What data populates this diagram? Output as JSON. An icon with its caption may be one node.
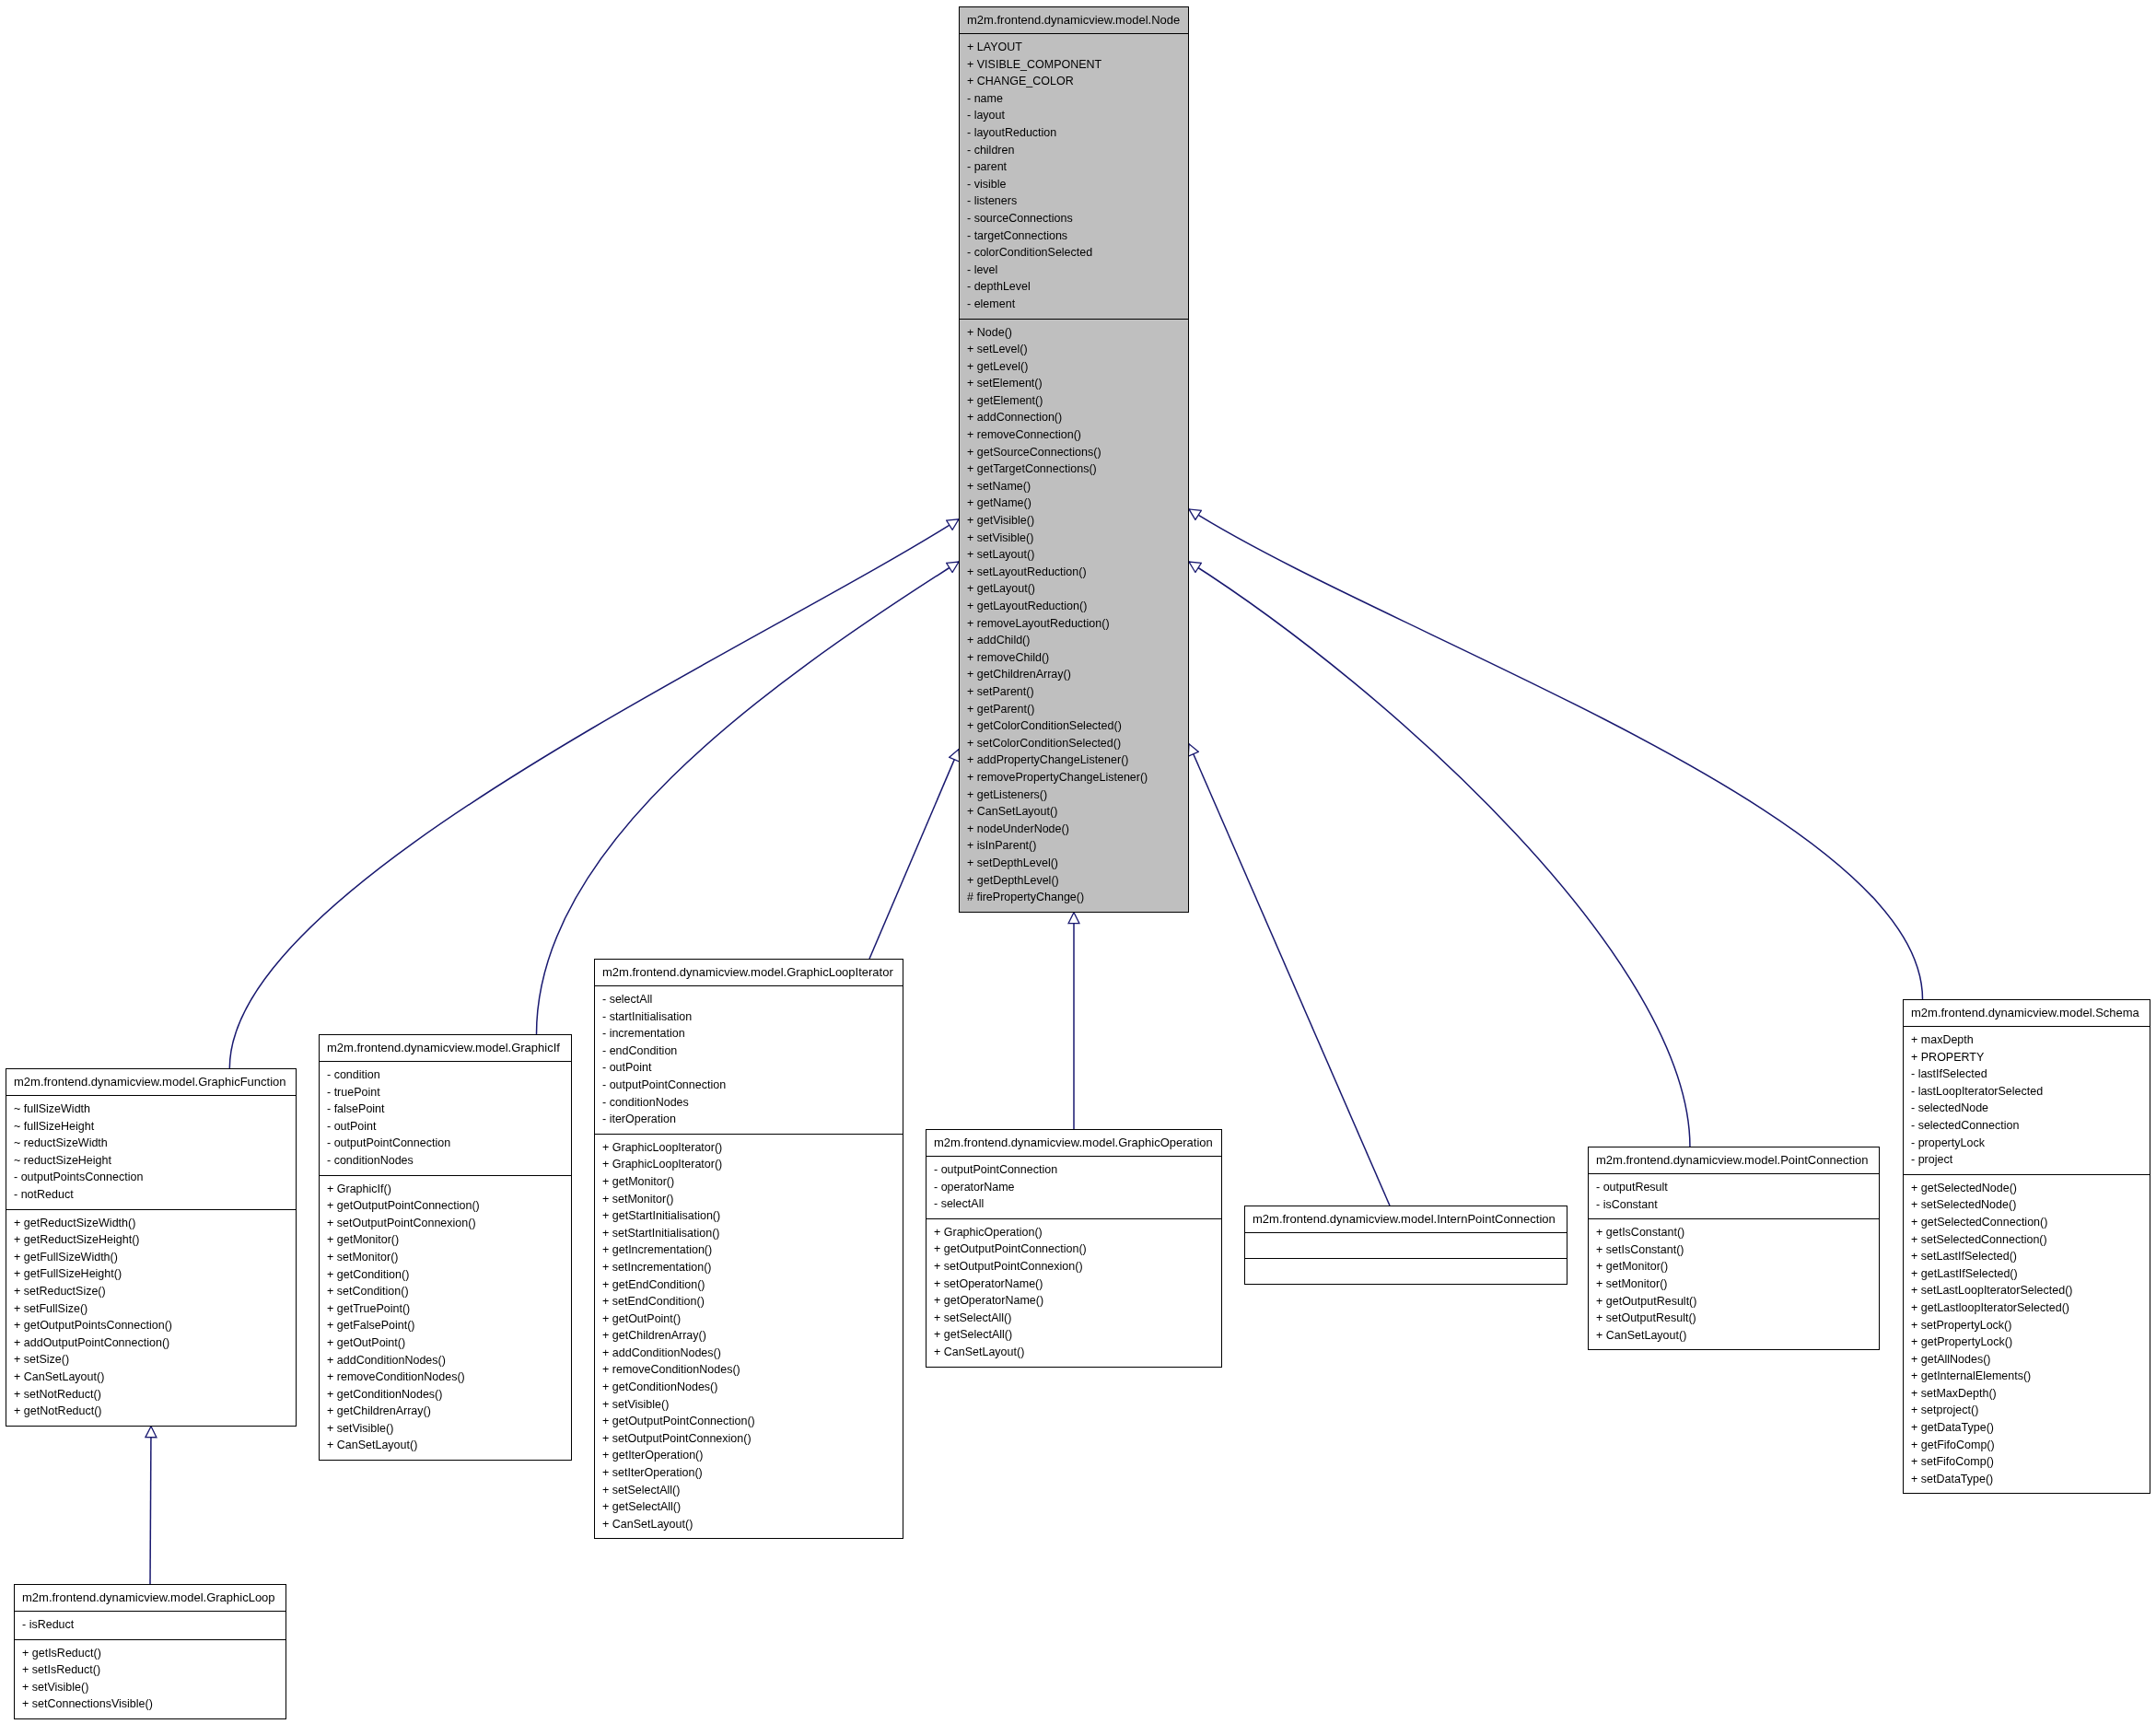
{
  "diagram": {
    "nodes": [
      {
        "text": [
          "m2m.frontend.dynamicview.model.Node"
        ]
      },
      {
        "text": [
          "+ LAYOUT",
          "+ VISIBLE_COMPONENT",
          "+ CHANGE_COLOR",
          "- name",
          "- layout",
          "- layoutReduction",
          "- children",
          "- parent",
          "- visible",
          "- listeners",
          "- sourceConnections",
          "- targetConnections",
          "- colorConditionSelected",
          "- level",
          "- depthLevel",
          "- element"
        ],
        "in": 0
      },
      {
        "text": [
          "+ Node()",
          "+ setLevel()",
          "+ getLevel()",
          "+ setElement()",
          "+ getElement()",
          "+ addConnection()",
          "+ removeConnection()",
          "+ getSourceConnections()",
          "+ getTargetConnections()",
          "+ setName()",
          "+ getName()",
          "+ getVisible()",
          "+ setVisible()",
          "+ setLayout()",
          "+ setLayoutReduction()",
          "+ getLayout()",
          "+ getLayoutReduction()",
          "+ removeLayoutReduction()",
          "+ addChild()",
          "+ removeChild()",
          "+ getChildrenArray()",
          "+ setParent()",
          "+ getParent()",
          "+ getColorConditionSelected()",
          "+ setColorConditionSelected()",
          "+ addPropertyChangeListener()",
          "+ removePropertyChangeListener()",
          "+ getListeners()",
          "+ CanSetLayout()",
          "+ nodeUnderNode()",
          "+ isInParent()",
          "+ setDepthLevel()",
          "+ getDepthLevel()",
          "# firePropertyChange()"
        ],
        "in": 0
      },
      {
        "text": [
          "m2m.frontend.dynamicview.model.GraphicFunction"
        ]
      },
      {
        "text": [
          "~ fullSizeWidth",
          "~ fullSizeHeight",
          "~ reductSizeWidth",
          "~ reductSizeHeight",
          "- outputPointsConnection",
          "- notReduct"
        ],
        "in": 3
      },
      {
        "text": [
          "+ getReductSizeWidth()",
          "+ getReductSizeHeight()",
          "+ getFullSizeWidth()",
          "+ getFullSizeHeight()",
          "+ setReductSize()",
          "+ setFullSize()",
          "+ getOutputPointsConnection()",
          "+ addOutputPointConnection()",
          "+ setSize()",
          "+ CanSetLayout()",
          "+ setNotReduct()",
          "+ getNotReduct()"
        ],
        "in": 3
      },
      {
        "text": [
          "m2m.frontend.dynamicview.model.GraphicIf"
        ]
      },
      {
        "text": [
          "- condition",
          "- truePoint",
          "- falsePoint",
          "- outPoint",
          "- outputPointConnection",
          "- conditionNodes"
        ],
        "in": 6
      },
      {
        "text": [
          "+ GraphicIf()",
          "+ getOutputPointConnection()",
          "+ setOutputPointConnexion()",
          "+ getMonitor()",
          "+ setMonitor()",
          "+ getCondition()",
          "+ setCondition()",
          "+ getTruePoint()",
          "+ getFalsePoint()",
          "+ getOutPoint()",
          "+ addConditionNodes()",
          "+ removeConditionNodes()",
          "+ getConditionNodes()",
          "+ getChildrenArray()",
          "+ setVisible()",
          "+ CanSetLayout()"
        ],
        "in": 6
      },
      {
        "text": [
          "m2m.frontend.dynamicview.model.GraphicLoopIterator"
        ]
      },
      {
        "text": [
          "- selectAll",
          "- startInitialisation",
          "- incrementation",
          "- endCondition",
          "- outPoint",
          "- outputPointConnection",
          "- conditionNodes",
          "- iterOperation"
        ],
        "in": 9
      },
      {
        "text": [
          "+ GraphicLoopIterator()",
          "+ GraphicLoopIterator()",
          "+ getMonitor()",
          "+ setMonitor()",
          "+ getStartInitialisation()",
          "+ setStartInitialisation()",
          "+ getIncrementation()",
          "+ setIncrementation()",
          "+ getEndCondition()",
          "+ setEndCondition()",
          "+ getOutPoint()",
          "+ getChildrenArray()",
          "+ addConditionNodes()",
          "+ removeConditionNodes()",
          "+ getConditionNodes()",
          "+ setVisible()",
          "+ getOutputPointConnection()",
          "+ setOutputPointConnexion()",
          "+ getIterOperation()",
          "+ setIterOperation()",
          "+ setSelectAll()",
          "+ getSelectAll()",
          "+ CanSetLayout()"
        ],
        "in": 9
      },
      {
        "text": [
          "m2m.frontend.dynamicview.model.GraphicOperation"
        ]
      },
      {
        "text": [
          "- outputPointConnection",
          "- operatorName",
          "- selectAll"
        ],
        "in": 12
      },
      {
        "text": [
          "+ GraphicOperation()",
          "+ getOutputPointConnection()",
          "+ setOutputPointConnexion()",
          "+ setOperatorName()",
          "+ getOperatorName()",
          "+ setSelectAll()",
          "+ getSelectAll()",
          "+ CanSetLayout()"
        ],
        "in": 12
      },
      {
        "text": [
          "m2m.frontend.dynamicview.model.InternPointConnection"
        ]
      },
      {
        "text": [],
        "shape": "box",
        "in": 15
      },
      {
        "text": [],
        "shape": "box",
        "in": 15
      },
      {
        "text": [
          "m2m.frontend.dynamicview.model.PointConnection"
        ]
      },
      {
        "text": [
          "- outputResult",
          "- isConstant"
        ],
        "in": 18
      },
      {
        "text": [
          "+ getIsConstant()",
          "+ setIsConstant()",
          "+ getMonitor()",
          "+ setMonitor()",
          "+ getOutputResult()",
          "+ setOutputResult()",
          "+ CanSetLayout()"
        ],
        "in": 18
      },
      {
        "text": [
          "m2m.frontend.dynamicview.model.Schema"
        ]
      },
      {
        "text": [
          "+ maxDepth",
          "+ PROPERTY",
          "- lastIfSelected",
          "- lastLoopIteratorSelected",
          "- selectedNode",
          "- selectedConnection",
          "- propertyLock",
          "- project"
        ],
        "in": 21
      },
      {
        "text": [
          "+ getSelectedNode()",
          "+ setSelectedNode()",
          "+ getSelectedConnection()",
          "+ setSelectedConnection()",
          "+ setLastIfSelected()",
          "+ getLastIfSelected()",
          "+ setLastLoopIteratorSelected()",
          "+ getLastloopIteratorSelected()",
          "+ setPropertyLock()",
          "+ getPropertyLock()",
          "+ getAllNodes()",
          "+ getInternalElements()",
          "+ setMaxDepth()",
          "+ setproject()",
          "+ getDataType()",
          "+ getFifoComp()",
          "+ setFifoComp()",
          "+ setDataType()"
        ],
        "in": 21
      },
      {
        "text": [
          "m2m.frontend.dynamicview.model.GraphicLoop"
        ]
      },
      {
        "text": [
          "- isReduct"
        ],
        "in": 24
      },
      {
        "text": [
          "+ getIsReduct()",
          "+ setIsReduct()",
          "+ setVisible()",
          "+ setConnectionsVisible()"
        ],
        "in": 24
      }
    ],
    "edges": [
      {
        "from": 3,
        "to": 0,
        "arrow": "to"
      },
      {
        "from": 6,
        "to": 0,
        "arrow": "to"
      },
      {
        "from": 9,
        "to": 0,
        "arrow": "to"
      },
      {
        "from": 12,
        "to": 0,
        "arrow": "to"
      },
      {
        "from": 15,
        "to": 0,
        "arrow": "to"
      },
      {
        "from": 18,
        "to": 0,
        "arrow": "to"
      },
      {
        "from": 21,
        "to": 0,
        "arrow": "to"
      },
      {
        "from": 24,
        "to": 3,
        "arrow": "to"
      }
    ]
  }
}
